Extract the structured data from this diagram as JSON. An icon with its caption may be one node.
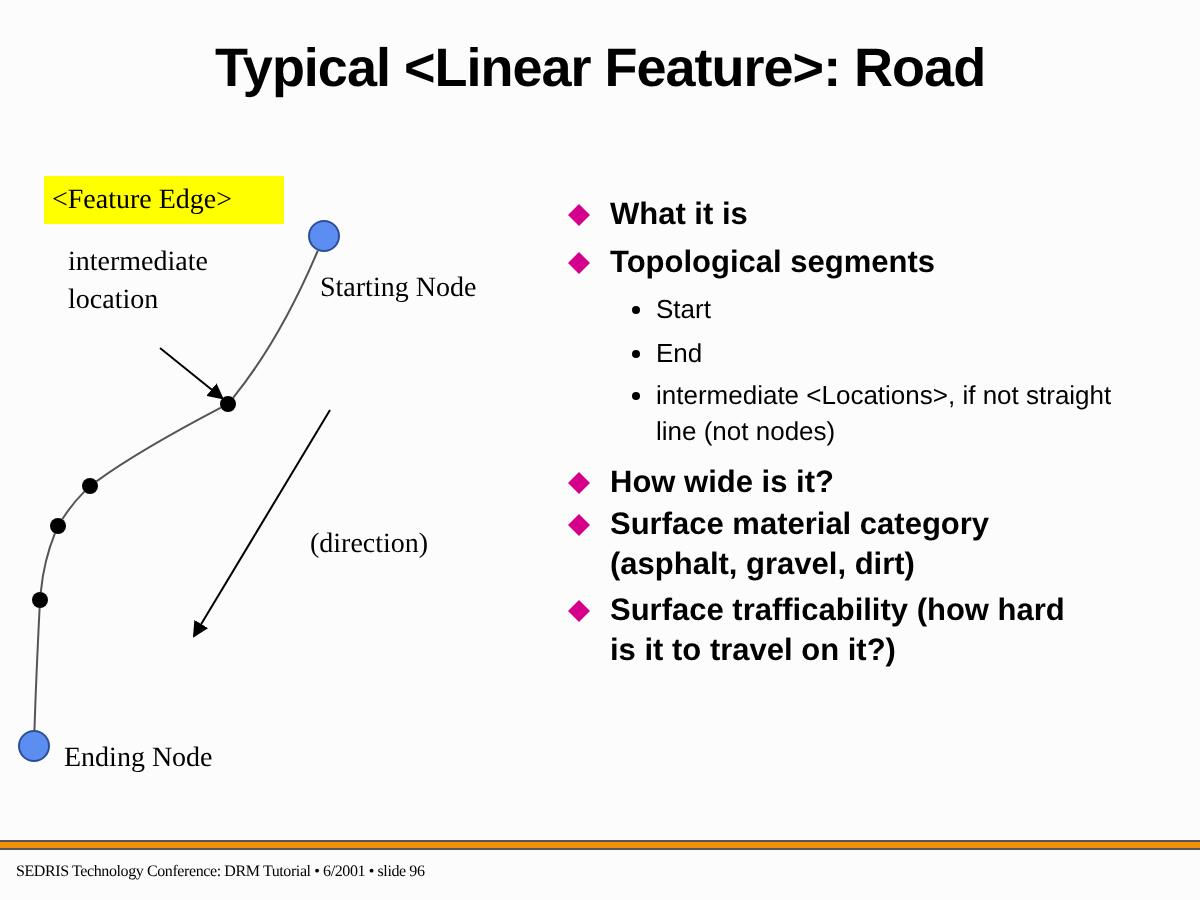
{
  "diagram": {
    "title": "Typical <Linear Feature>: Road",
    "nodes": [
      {
        "text": [
          "<Feature Edge>"
        ]
      },
      {
        "text": [],
        "shape": "circle",
        "beside": [
          "Starting Node"
        ]
      },
      {
        "text": [
          "intermediate location"
        ]
      },
      {
        "text": [],
        "shape": "circle"
      },
      {
        "text": [],
        "shape": "circle"
      },
      {
        "text": [],
        "shape": "circle"
      },
      {
        "text": [],
        "shape": "circle"
      },
      {
        "text": [],
        "shape": "circle",
        "beside": [
          "Ending Node"
        ]
      }
    ],
    "edges": [
      {
        "from": 1,
        "to": 3,
        "arrow": "none"
      },
      {
        "from": 3,
        "to": 4,
        "arrow": "none"
      },
      {
        "from": 4,
        "to": 5,
        "arrow": "none"
      },
      {
        "from": 5,
        "to": 6,
        "arrow": "none"
      },
      {
        "from": 6,
        "to": 7,
        "arrow": "none"
      },
      {
        "from": 2,
        "to": 3,
        "arrow": "to"
      }
    ],
    "labels": [
      "What it is",
      "Topological segments",
      "Start",
      "End",
      "intermediate <Locations>, if not straight line (not nodes)",
      "How wide is it?",
      "Surface material category (asphalt, gravel, dirt)",
      "Surface trafficability (how hard is it to travel on it?)",
      "(direction)",
      "SEDRIS Technology Conference: DRM Tutorial • 6/2001 • slide 96"
    ]
  }
}
